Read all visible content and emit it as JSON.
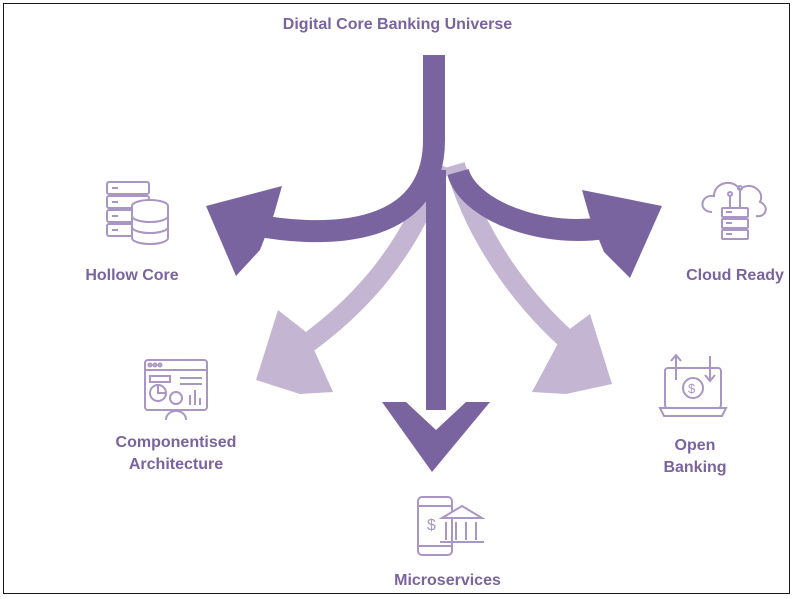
{
  "title": "Digital Core Banking Universe",
  "nodes": {
    "hollow_core": "Hollow Core",
    "componentised_line1": "Componentised",
    "componentised_line2": "Architecture",
    "microservices": "Microservices",
    "open_banking_line1": "Open",
    "open_banking_line2": "Banking",
    "cloud_ready": "Cloud Ready"
  },
  "icons": {
    "hollow_core": "server-database-icon",
    "componentised": "dashboard-user-icon",
    "microservices": "mobile-bank-icon",
    "open_banking": "laptop-dollar-icon",
    "cloud_ready": "cloud-server-icon"
  },
  "colors": {
    "dark_purple": "#7a64a0",
    "light_purple": "#c4b6d3",
    "icon_stroke": "#a996c4"
  }
}
